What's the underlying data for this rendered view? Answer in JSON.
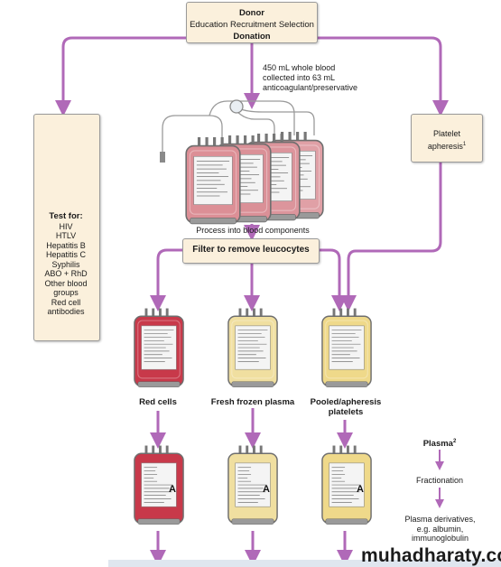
{
  "donor": {
    "title": "Donor",
    "subtitle": "Education Recruitment Selection",
    "action": "Donation"
  },
  "collection_note": {
    "line1": "450 mL whole blood",
    "line2": "collected into 63 mL",
    "line3": "anticoagulant/preservative"
  },
  "process_label": "Process into blood components",
  "filter_label": "Filter to remove leucocytes",
  "tests": {
    "header": "Test for:",
    "items": [
      "HIV",
      "HTLV",
      "Hepatitis B",
      "Hepatitis C",
      "Syphilis",
      "ABO + RhD",
      "Other blood",
      "groups",
      "Red cell",
      "antibodies"
    ]
  },
  "apheresis": {
    "line1": "Platelet",
    "line2": "apheresis",
    "superscript": "1"
  },
  "components": {
    "red_cells": "Red cells",
    "plasma": "Fresh frozen plasma",
    "platelets_line1": "Pooled/apheresis",
    "platelets_line2": "platelets"
  },
  "bag_label_letter": "A",
  "plasma_path": {
    "title": "Plasma",
    "superscript": "2",
    "step": "Fractionation",
    "derivatives_line1": "Plasma derivatives,",
    "derivatives_line2": "e.g. albumin,",
    "derivatives_line3": "immunoglobulin"
  },
  "watermark": "muhadharaty.com",
  "colors": {
    "arrow": "#b069b8",
    "box_fill": "#fbf0dc",
    "red_bag": "#c8394a",
    "plasma_bag": "#f0dfa0",
    "platelet_bag": "#efd98a",
    "whole_blood_bag": "#dc8f96"
  }
}
